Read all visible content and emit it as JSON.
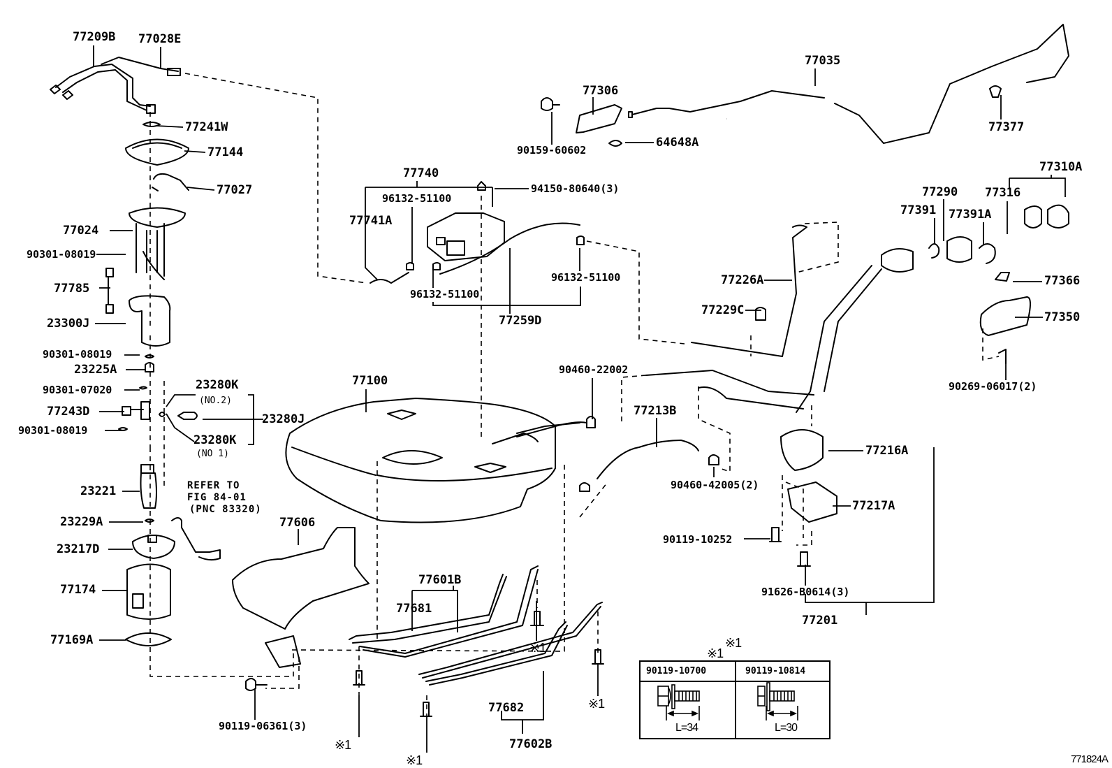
{
  "figure": {
    "id": "771824A",
    "type": "exploded parts diagram",
    "subject": "fuel tank and fuel system"
  },
  "labels": [
    {
      "id": "77209B",
      "text": "77209B"
    },
    {
      "id": "77028E",
      "text": "77028E"
    },
    {
      "id": "77241W",
      "text": "77241W"
    },
    {
      "id": "77144",
      "text": "77144"
    },
    {
      "id": "77027",
      "text": "77027"
    },
    {
      "id": "77024",
      "text": "77024"
    },
    {
      "id": "90301-08019-a",
      "text": "90301-08019"
    },
    {
      "id": "77785",
      "text": "77785"
    },
    {
      "id": "23300J",
      "text": "23300J"
    },
    {
      "id": "90301-08019-b",
      "text": "90301-08019"
    },
    {
      "id": "23225A",
      "text": "23225A"
    },
    {
      "id": "90301-07020",
      "text": "90301-07020"
    },
    {
      "id": "77243D",
      "text": "77243D"
    },
    {
      "id": "90301-08019-c",
      "text": "90301-08019"
    },
    {
      "id": "23280K-no2",
      "text": "23280K"
    },
    {
      "id": "23280K-no2-note",
      "text": "(NO.2)"
    },
    {
      "id": "23280J",
      "text": "23280J"
    },
    {
      "id": "23280K-no1",
      "text": "23280K"
    },
    {
      "id": "23280K-no1-note",
      "text": "(NO 1)"
    },
    {
      "id": "23221",
      "text": "23221"
    },
    {
      "id": "refer-1",
      "text": "REFER TO"
    },
    {
      "id": "refer-2",
      "text": "FIG 84-01"
    },
    {
      "id": "refer-3",
      "text": "(PNC 83320)"
    },
    {
      "id": "23229A",
      "text": "23229A"
    },
    {
      "id": "23217D",
      "text": "23217D"
    },
    {
      "id": "77174",
      "text": "77174"
    },
    {
      "id": "77169A",
      "text": "77169A"
    },
    {
      "id": "77606",
      "text": "77606"
    },
    {
      "id": "90119-06361",
      "text": "90119-06361(3)"
    },
    {
      "id": "77740",
      "text": "77740"
    },
    {
      "id": "96132-51100-a",
      "text": "96132-51100"
    },
    {
      "id": "77741A",
      "text": "77741A"
    },
    {
      "id": "96132-51100-b",
      "text": "96132-51100"
    },
    {
      "id": "96132-51100-c",
      "text": "96132-51100"
    },
    {
      "id": "77259D",
      "text": "77259D"
    },
    {
      "id": "94150-80640",
      "text": "94150-80640(3)"
    },
    {
      "id": "77306",
      "text": "77306"
    },
    {
      "id": "90159-60602",
      "text": "90159-60602"
    },
    {
      "id": "64648A",
      "text": "64648A"
    },
    {
      "id": "77035",
      "text": "77035"
    },
    {
      "id": "77377",
      "text": "77377"
    },
    {
      "id": "77310A",
      "text": "77310A"
    },
    {
      "id": "77290",
      "text": "77290"
    },
    {
      "id": "77316",
      "text": "77316"
    },
    {
      "id": "77391",
      "text": "77391"
    },
    {
      "id": "77391A",
      "text": "77391A"
    },
    {
      "id": "77226A",
      "text": "77226A"
    },
    {
      "id": "77366",
      "text": "77366"
    },
    {
      "id": "77229C",
      "text": "77229C"
    },
    {
      "id": "77350",
      "text": "77350"
    },
    {
      "id": "90269-06017",
      "text": "90269-06017(2)"
    },
    {
      "id": "77100",
      "text": "77100"
    },
    {
      "id": "90460-22002",
      "text": "90460-22002"
    },
    {
      "id": "77213B",
      "text": "77213B"
    },
    {
      "id": "77216A",
      "text": "77216A"
    },
    {
      "id": "90460-42005",
      "text": "90460-42005(2)"
    },
    {
      "id": "77217A",
      "text": "77217A"
    },
    {
      "id": "90119-10252",
      "text": "90119-10252"
    },
    {
      "id": "91626-B0614",
      "text": "91626-B0614(3)"
    },
    {
      "id": "77201",
      "text": "77201"
    },
    {
      "id": "77601B",
      "text": "77601B"
    },
    {
      "id": "77681",
      "text": "77681"
    },
    {
      "id": "77682",
      "text": "77682"
    },
    {
      "id": "77602B",
      "text": "77602B"
    },
    {
      "id": "ref1-a",
      "text": "※1"
    },
    {
      "id": "ref1-b",
      "text": "※1"
    },
    {
      "id": "ref1-c",
      "text": "※1"
    },
    {
      "id": "ref1-d",
      "text": "※1"
    },
    {
      "id": "ref1-e",
      "text": "※1"
    }
  ],
  "bolt_table": {
    "marker": "※1",
    "columns": [
      {
        "part": "90119-10700",
        "length": "L=34"
      },
      {
        "part": "90119-10814",
        "length": "L=30"
      }
    ]
  }
}
